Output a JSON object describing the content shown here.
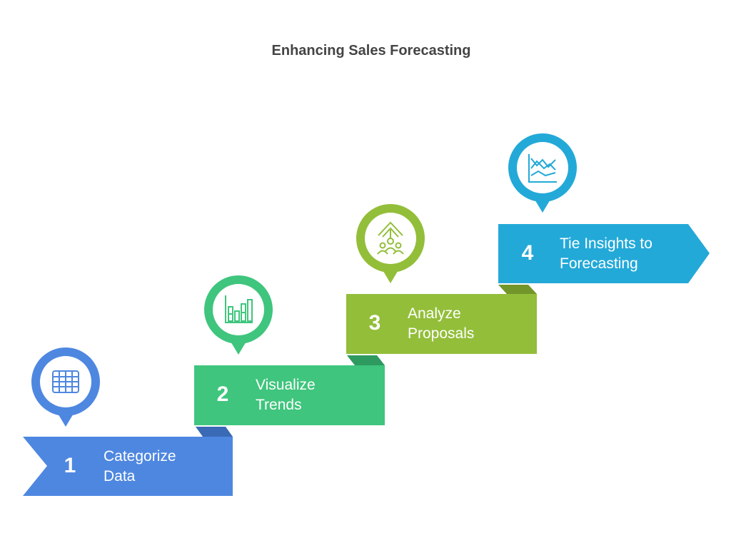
{
  "title": "Enhancing Sales Forecasting",
  "colors": {
    "step1": "#4e87e0",
    "step1_dark": "#3a6ab5",
    "step2": "#3fc57d",
    "step2_dark": "#2e9a5f",
    "step3": "#93be3a",
    "step3_dark": "#72962a",
    "step4": "#23a9d8",
    "step4_dark": "#1a85ab",
    "title_text": "#444444"
  },
  "steps": [
    {
      "number": "1",
      "label": "Categorize\nData",
      "icon": "table-grid-icon"
    },
    {
      "number": "2",
      "label": "Visualize\nTrends",
      "icon": "bar-chart-icon"
    },
    {
      "number": "3",
      "label": "Analyze\nProposals",
      "icon": "growth-arrow-people-icon"
    },
    {
      "number": "4",
      "label": "Tie Insights to\nForecasting",
      "icon": "line-chart-icon"
    }
  ]
}
